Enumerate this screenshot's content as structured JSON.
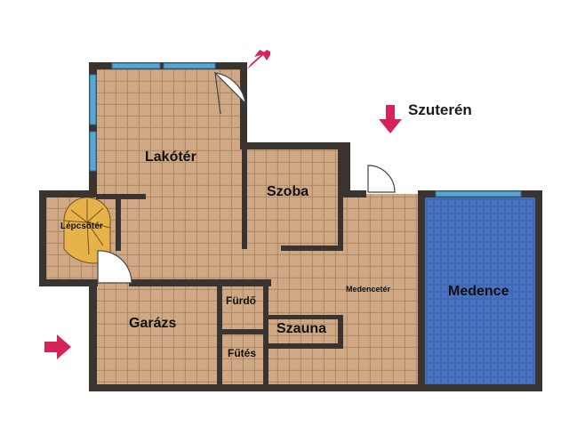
{
  "floor_label": "Szuterén",
  "rooms": {
    "lakoter": "Lakótér",
    "szoba": "Szoba",
    "lepcsoter": "Lépcsőtér",
    "garazs": "Garázs",
    "furdo": "Fürdő",
    "futes": "Fűtés",
    "szauna": "Szauna",
    "medencter": "Medencetér",
    "medence": "Medence"
  },
  "colors": {
    "floor_tile": "#c9a27e",
    "tile_grout": "#9c7652",
    "wall": "#3a3431",
    "window": "#5aa6d3",
    "pool": "#3f67b6",
    "arrow": "#d6245a"
  },
  "icons": {
    "direction_arrows": "arrow-icon",
    "doors": "door-swing-icon",
    "stairs": "spiral-stair-icon"
  }
}
